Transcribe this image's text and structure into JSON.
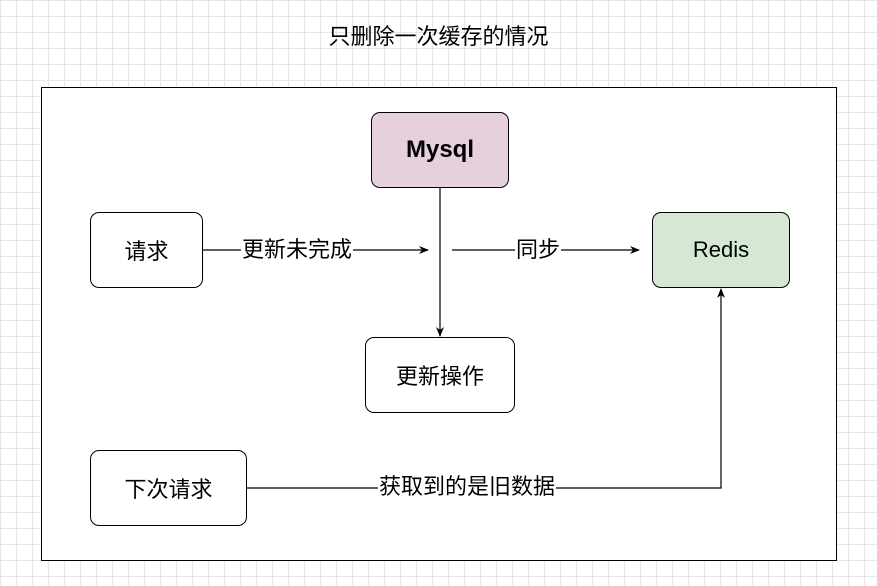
{
  "title": "只删除一次缓存的情况",
  "nodes": {
    "request": "请求",
    "mysql": "Mysql",
    "redis": "Redis",
    "update_op": "更新操作",
    "next_request": "下次请求"
  },
  "edges": {
    "request_label": "更新未完成",
    "sync_label": "同步",
    "read_old_label": "获取到的是旧数据"
  },
  "colors": {
    "mysql_fill": "#e6d0de",
    "redis_fill": "#d5e8d4",
    "stroke": "#000000"
  }
}
